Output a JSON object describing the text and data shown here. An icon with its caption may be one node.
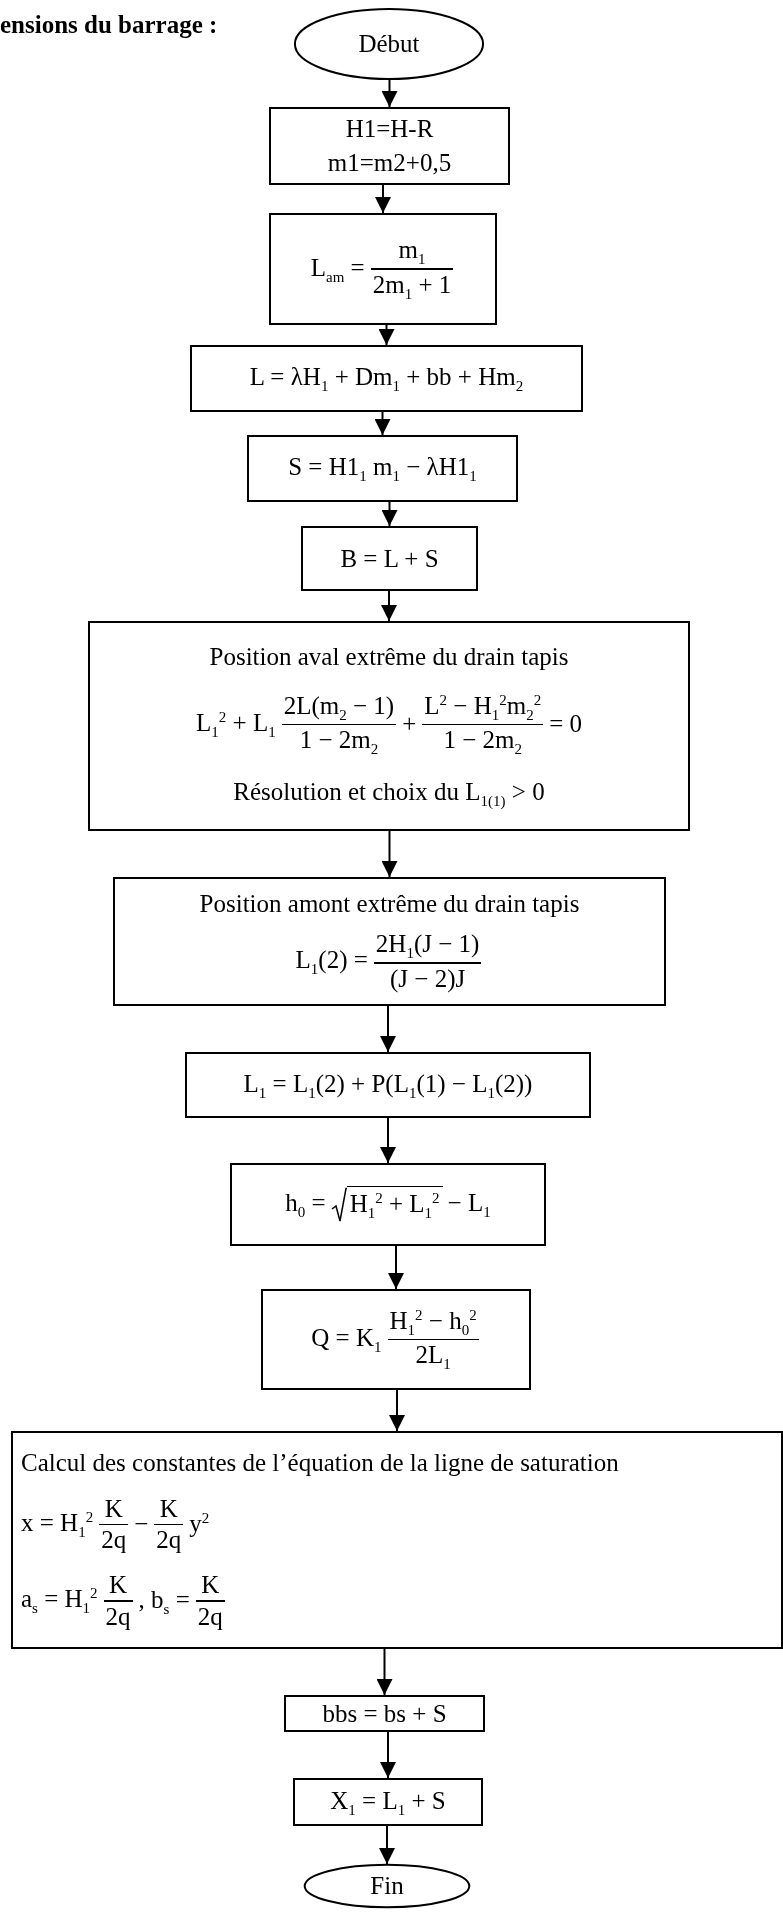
{
  "diagram": {
    "title": "ensions du barrage :",
    "nodes": [
      {
        "text": [
          "Début"
        ]
      },
      {
        "text": [
          "H1=H-R",
          "m1=m2+0,5"
        ]
      },
      {
        "text": [
          "L$_{am}$ =",
          "m$_{1}$",
          "2m$_{1}$ + 1"
        ]
      },
      {
        "text": [
          "L = λH$_{1}$ + Dm$_{1}$ + bb + Hm$_{2}$"
        ]
      },
      {
        "text": [
          "S = H1$_{1}$ m$_{1}$ − λH1$_{1}$"
        ]
      },
      {
        "text": [
          "B = L + S"
        ]
      },
      {
        "text": [
          "Position aval extrême du drain tapis",
          "L$_{1}$$^{2}$ + L$_{1}$",
          "2L(m$_{2}$ − 1)",
          "1 − 2m$_{2}$",
          "+",
          "L$^{2}$ − H$_{1}$$^{2}$m$_{2}$$^{2}$",
          "1 − 2m$_{2}$",
          "= 0",
          "Résolution et choix du L$_{1(1)}$ > 0"
        ]
      },
      {
        "text": [
          "Position amont extrême du drain tapis",
          "L$_{1}$(2) =",
          "2H$_{1}$(J − 1)",
          "(J − 2)J"
        ]
      },
      {
        "text": [
          "L$_{1}$ = L$_{1}$(2) + P(L$_{1}$(1) − L$_{1}$(2))"
        ]
      },
      {
        "text": [
          "h$_{0}$ =",
          "H$_{1}$$^{2}$ + L$_{1}$$^{2}$",
          "− L$_{1}$"
        ]
      },
      {
        "text": [
          "Q = K$_{1}$",
          "H$_{1}$$^{2}$ − h$_{0}$$^{2}$",
          "2L$_{1}$"
        ]
      },
      {
        "text": [
          "Calcul des constantes de l’équation de la ligne de saturation",
          "x = H$_{1}$$^{2}$",
          "K",
          "2q",
          "−",
          "K",
          "2q",
          "y$^{2}$",
          "a$_{s}$ = H$_{1}$$^{2}$",
          "K",
          "2q",
          ", b$_{s}$ =",
          "K",
          "2q"
        ]
      },
      {
        "text": [
          "bbs = bs + S"
        ]
      },
      {
        "text": [
          "X$_{1}$ = L$_{1}$ + S"
        ]
      },
      {
        "text": [
          "Fin"
        ]
      }
    ],
    "edges": [
      {
        "from": 0,
        "to": 1,
        "arrow": "to"
      },
      {
        "from": 1,
        "to": 2,
        "arrow": "to"
      },
      {
        "from": 2,
        "to": 3,
        "arrow": "to"
      },
      {
        "from": 3,
        "to": 4,
        "arrow": "to"
      },
      {
        "from": 4,
        "to": 5,
        "arrow": "to"
      },
      {
        "from": 5,
        "to": 6,
        "arrow": "to"
      },
      {
        "from": 6,
        "to": 7,
        "arrow": "to"
      },
      {
        "from": 7,
        "to": 8,
        "arrow": "to"
      },
      {
        "from": 8,
        "to": 9,
        "arrow": "to"
      },
      {
        "from": 9,
        "to": 10,
        "arrow": "to"
      },
      {
        "from": 10,
        "to": 11,
        "arrow": "to"
      },
      {
        "from": 11,
        "to": 12,
        "arrow": "to"
      },
      {
        "from": 12,
        "to": 13,
        "arrow": "to"
      },
      {
        "from": 13,
        "to": 14,
        "arrow": "to"
      }
    ]
  }
}
